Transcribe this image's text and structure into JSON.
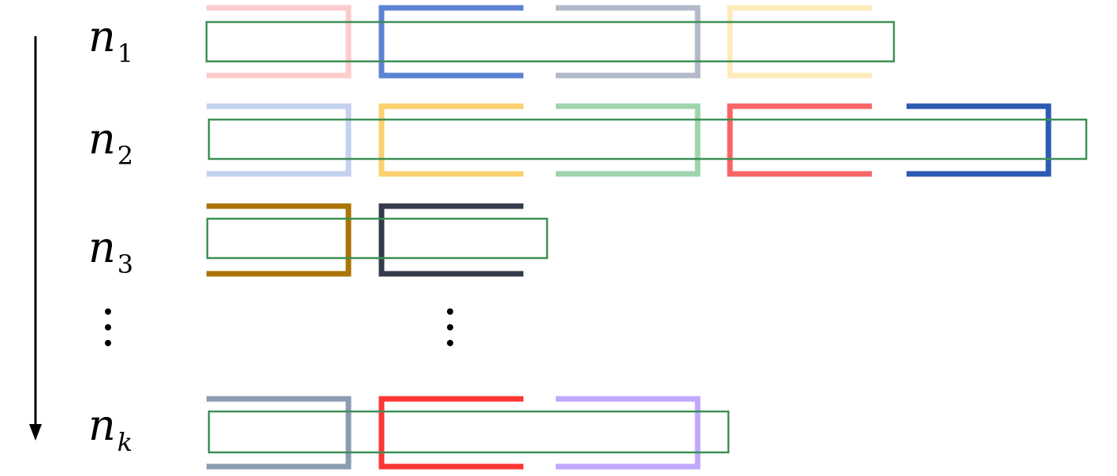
{
  "rows": [
    {
      "id": "n1",
      "label": {
        "base": "n",
        "sub": "1"
      },
      "brackets": [
        "#fdcbcc",
        "#5b83d2",
        "#b2b9c8",
        "#feebbb"
      ],
      "green_box_color": "#3c8f55"
    },
    {
      "id": "n2",
      "label": {
        "base": "n",
        "sub": "2"
      },
      "brackets": [
        "#c3d2f0",
        "#fbd06f",
        "#9fd4ae",
        "#f86566",
        "#2c5ab1"
      ],
      "green_box_color": "#3c8f55"
    },
    {
      "id": "n3",
      "label": {
        "base": "n",
        "sub": "3"
      },
      "brackets": [
        "#aa7406",
        "#343b4b"
      ],
      "green_box_color": "#3c8f55"
    },
    {
      "id": "nk",
      "label": {
        "base": "n",
        "sub": "k"
      },
      "brackets": [
        "#8b9bb1",
        "#fe3535",
        "#c1a8fb"
      ],
      "green_box_color": "#3c8f55"
    }
  ],
  "arrow_color": "#000000"
}
